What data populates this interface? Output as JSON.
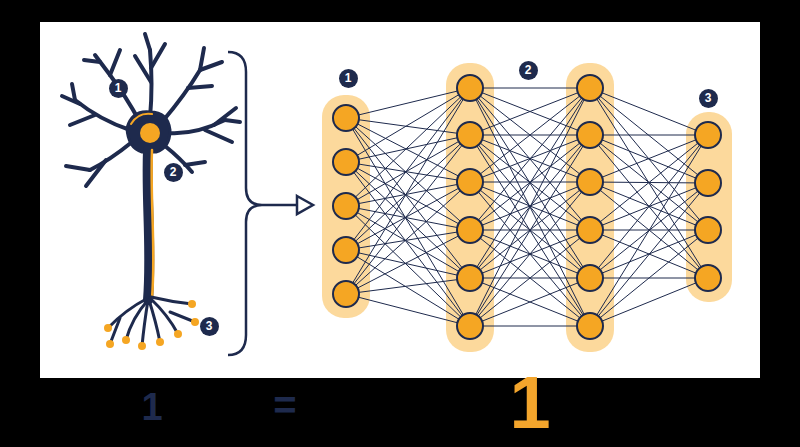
{
  "diagram": {
    "labels": [
      "1",
      "2",
      "3",
      "1",
      "2",
      "3",
      "1",
      "=",
      "1"
    ]
  }
}
